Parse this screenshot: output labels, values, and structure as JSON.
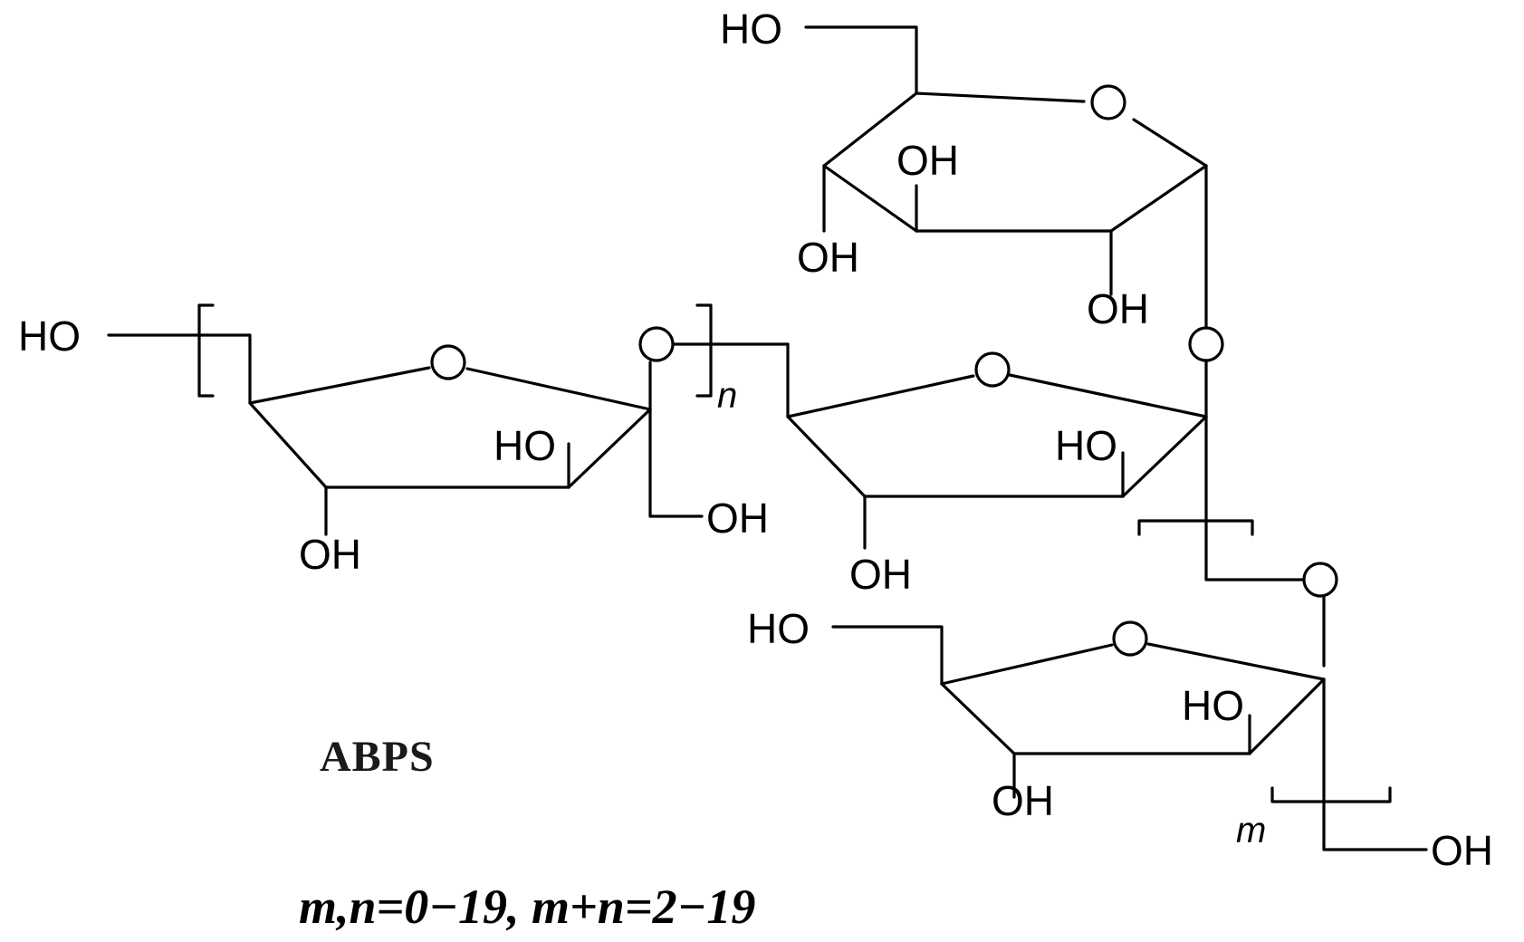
{
  "structure": {
    "atoms": {
      "hydroxyl": "OH",
      "hydroxyl_left": "HO",
      "ring_oxygen": "O"
    },
    "repeat_subscripts": {
      "n": "n",
      "m": "m"
    }
  },
  "compound_name": "ABPS",
  "formula_note": "m,n=0−19, m+n=2−19",
  "colors": {
    "line": "#000000",
    "background": "#ffffff"
  }
}
